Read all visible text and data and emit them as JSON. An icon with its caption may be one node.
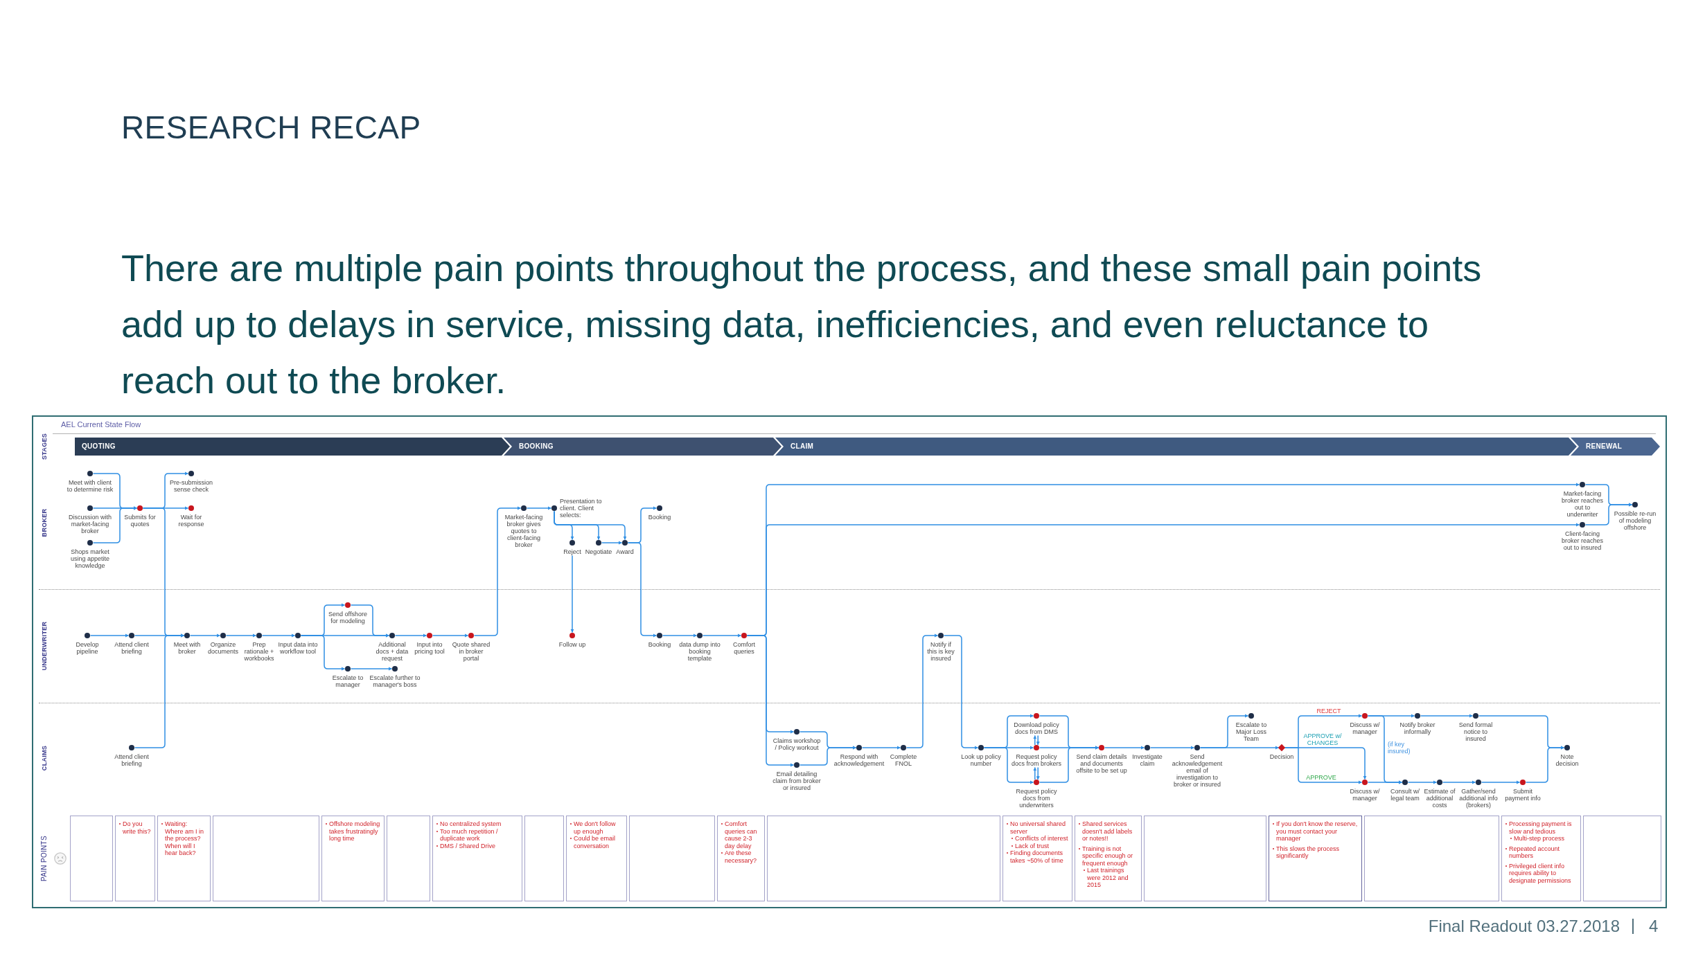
{
  "diagram": {
    "title": "RESEARCH RECAP",
    "caption": "There are multiple pain points throughout the process, and these small pain points add up to delays in service, missing data, inefficiencies, and even reluctance to reach out to the broker.",
    "nodes": [
      {
        "text": [
          "QUOTING"
        ]
      },
      {
        "text": [
          "BOOKING"
        ]
      },
      {
        "text": [
          "CLAIM"
        ]
      },
      {
        "text": [
          "RENEWAL"
        ]
      },
      {
        "text": [],
        "shape": "circle",
        "beside": [
          "Meet with client to determine risk"
        ]
      },
      {
        "text": [],
        "shape": "circle",
        "beside": [
          "Discussion with market-facing broker"
        ]
      },
      {
        "text": [],
        "shape": "circle",
        "beside": [
          "Shops market using appetite knowledge"
        ]
      },
      {
        "text": [],
        "shape": "circle",
        "beside": [
          "Submits for quotes"
        ]
      },
      {
        "text": [],
        "shape": "circle",
        "beside": [
          "Pre-submission sense check"
        ]
      },
      {
        "text": [],
        "shape": "circle",
        "beside": [
          "Wait for response"
        ]
      },
      {
        "text": [],
        "shape": "circle",
        "beside": [
          "Market-facing broker gives quotes to client-facing broker"
        ]
      },
      {
        "text": [],
        "shape": "circle",
        "beside": [
          "Presentation to client. Client selects:"
        ]
      },
      {
        "text": [],
        "shape": "circle",
        "beside": [
          "Reject"
        ]
      },
      {
        "text": [],
        "shape": "circle",
        "beside": [
          "Negotiate"
        ]
      },
      {
        "text": [],
        "shape": "circle",
        "beside": [
          "Award"
        ]
      },
      {
        "text": [],
        "shape": "circle",
        "beside": [
          "Booking"
        ]
      },
      {
        "text": [],
        "shape": "circle",
        "beside": [
          "Market-facing broker reaches out to underwriter"
        ]
      },
      {
        "text": [],
        "shape": "circle",
        "beside": [
          "Client-facing broker reaches out to insured"
        ]
      },
      {
        "text": [],
        "shape": "circle",
        "beside": [
          "Possible re-run of modeling offshore"
        ]
      },
      {
        "text": [],
        "shape": "circle",
        "beside": [
          "Develop pipeline"
        ]
      },
      {
        "text": [],
        "shape": "circle",
        "beside": [
          "Attend client briefing"
        ]
      },
      {
        "text": [],
        "shape": "circle",
        "beside": [
          "Meet with broker"
        ]
      },
      {
        "text": [],
        "shape": "circle",
        "beside": [
          "Organize documents"
        ]
      },
      {
        "text": [],
        "shape": "circle",
        "beside": [
          "Prep rationale + workbooks"
        ]
      },
      {
        "text": [],
        "shape": "circle",
        "beside": [
          "Input data into workflow tool"
        ]
      },
      {
        "text": [],
        "shape": "circle",
        "beside": [
          "Send offshore for modeling"
        ]
      },
      {
        "text": [],
        "shape": "circle",
        "beside": [
          "Additional docs + data request"
        ]
      },
      {
        "text": [],
        "shape": "circle",
        "beside": [
          "Input into pricing tool"
        ]
      },
      {
        "text": [],
        "shape": "circle",
        "beside": [
          "Quote shared in broker portal"
        ]
      },
      {
        "text": [],
        "shape": "circle",
        "beside": [
          "Escalate to manager"
        ]
      },
      {
        "text": [],
        "shape": "circle",
        "beside": [
          "Escalate further to manager's boss"
        ]
      },
      {
        "text": [],
        "shape": "circle",
        "beside": [
          "Follow up"
        ]
      },
      {
        "text": [],
        "shape": "circle",
        "beside": [
          "Booking"
        ]
      },
      {
        "text": [],
        "shape": "circle",
        "beside": [
          "data dump into booking template"
        ]
      },
      {
        "text": [],
        "shape": "circle",
        "beside": [
          "Comfort queries"
        ]
      },
      {
        "text": [],
        "shape": "circle",
        "beside": [
          "Notify if this is key insured"
        ]
      },
      {
        "text": [],
        "shape": "circle",
        "beside": [
          "Attend client briefing"
        ]
      },
      {
        "text": [],
        "shape": "circle",
        "beside": [
          "Claims workshop / Policy workout"
        ]
      },
      {
        "text": [],
        "shape": "circle",
        "beside": [
          "Email detailing claim from broker or insured"
        ]
      },
      {
        "text": [],
        "shape": "circle",
        "beside": [
          "Respond with acknowledgement"
        ]
      },
      {
        "text": [],
        "shape": "circle",
        "beside": [
          "Complete FNOL"
        ]
      },
      {
        "text": [],
        "shape": "circle",
        "beside": [
          "Look up policy number"
        ]
      },
      {
        "text": [],
        "shape": "circle",
        "beside": [
          "Download policy docs from DMS"
        ]
      },
      {
        "text": [],
        "shape": "circle",
        "beside": [
          "Request policy docs from brokers"
        ]
      },
      {
        "text": [],
        "shape": "circle",
        "beside": [
          "Request policy docs from underwriters"
        ]
      },
      {
        "text": [],
        "shape": "circle",
        "beside": [
          "Send claim details and documents offsite to be set up"
        ]
      },
      {
        "text": [],
        "shape": "circle",
        "beside": [
          "Investigate claim"
        ]
      },
      {
        "text": [],
        "shape": "circle",
        "beside": [
          "Send acknowledgement email of investigation to broker or insured"
        ]
      },
      {
        "text": [],
        "shape": "circle",
        "beside": [
          "Escalate to Major Loss Team"
        ]
      },
      {
        "text": [],
        "shape": "diamond",
        "beside": [
          "Decision"
        ]
      },
      {
        "text": [],
        "shape": "circle",
        "beside": [
          "Discuss w/ manager"
        ]
      },
      {
        "text": [],
        "shape": "circle",
        "beside": [
          "Discuss w/ manager"
        ]
      },
      {
        "text": [],
        "shape": "circle",
        "beside": [
          "Notify broker informally"
        ]
      },
      {
        "text": [],
        "shape": "circle",
        "beside": [
          "Send formal notice to insured"
        ]
      },
      {
        "text": [],
        "shape": "circle",
        "beside": [
          "Consult w/ legal team"
        ]
      },
      {
        "text": [],
        "shape": "circle",
        "beside": [
          "Estimate of additional costs"
        ]
      },
      {
        "text": [],
        "shape": "circle",
        "beside": [
          "Gather/send additional info (brokers)"
        ]
      },
      {
        "text": [],
        "shape": "circle",
        "beside": [
          "Submit payment info"
        ]
      },
      {
        "text": [],
        "shape": "circle",
        "beside": [
          "Note decision"
        ]
      },
      {
        "text": [],
        "shape": "box"
      },
      {
        "text": [
          "Do you write this?"
        ]
      },
      {
        "text": [
          "Waiting: Where am I in the process? When will I hear back?"
        ]
      },
      {
        "text": [],
        "shape": "box"
      },
      {
        "text": [
          "Offshore modeling takes frustratingly long time"
        ]
      },
      {
        "text": [],
        "shape": "box"
      },
      {
        "text": [
          "No centralized system",
          "Too much repetition / duplicate work",
          "DMS / Shared Drive"
        ]
      },
      {
        "text": [],
        "shape": "box"
      },
      {
        "text": [
          "We don't follow up enough",
          "Could be email conversation"
        ]
      },
      {
        "text": [],
        "shape": "box"
      },
      {
        "text": [
          "Comfort queries can cause 2-3 day delay",
          "Are these necessary?"
        ]
      },
      {
        "text": [],
        "shape": "box"
      },
      {
        "text": [
          "No universal shared server",
          "Conflicts of interest",
          "Lack of trust",
          "Finding documents takes ~50% of time"
        ]
      },
      {
        "text": [
          "Shared services doesn't add labels or notes!!",
          "Training is not specific enough or frequent enough",
          "Last trainings were 2012 and 2015"
        ]
      },
      {
        "text": [],
        "shape": "box"
      },
      {
        "text": [
          "If you don't know the reserve, you must contact your manager",
          "This slows the process significantly"
        ]
      },
      {
        "text": [],
        "shape": "box"
      },
      {
        "text": [
          "Processing payment is slow and tedious",
          "Multi-step process",
          "Repeated account numbers",
          "Privileged client info requires ability to designate permissions"
        ]
      },
      {
        "text": [],
        "shape": "box"
      }
    ],
    "edges": [
      {
        "from": 4,
        "to": 7,
        "arrow": "to"
      },
      {
        "from": 5,
        "to": 7,
        "arrow": "to"
      },
      {
        "from": 6,
        "to": 7,
        "arrow": "to"
      },
      {
        "from": 7,
        "to": 8,
        "arrow": "to"
      },
      {
        "from": 7,
        "to": 9,
        "arrow": "to"
      },
      {
        "from": 7,
        "to": 21,
        "arrow": "to"
      },
      {
        "from": 19,
        "to": 20,
        "arrow": "to"
      },
      {
        "from": 20,
        "to": 21,
        "arrow": "to"
      },
      {
        "from": 36,
        "to": 21,
        "arrow": "to"
      },
      {
        "from": 21,
        "to": 22,
        "arrow": "to"
      },
      {
        "from": 22,
        "to": 23,
        "arrow": "to"
      },
      {
        "from": 23,
        "to": 24,
        "arrow": "to"
      },
      {
        "from": 24,
        "to": 25,
        "arrow": "to"
      },
      {
        "from": 25,
        "to": 26,
        "arrow": "to"
      },
      {
        "from": 24,
        "to": 26,
        "arrow": "to"
      },
      {
        "from": 24,
        "to": 29,
        "arrow": "to"
      },
      {
        "from": 29,
        "to": 30,
        "arrow": "to"
      },
      {
        "from": 26,
        "to": 27,
        "arrow": "to"
      },
      {
        "from": 27,
        "to": 28,
        "arrow": "to"
      },
      {
        "from": 28,
        "to": 10,
        "arrow": "to"
      },
      {
        "from": 10,
        "to": 11,
        "arrow": "to"
      },
      {
        "from": 11,
        "to": 12,
        "arrow": "to"
      },
      {
        "from": 11,
        "to": 13,
        "arrow": "to"
      },
      {
        "from": 11,
        "to": 14,
        "arrow": "to"
      },
      {
        "from": 13,
        "to": 14,
        "arrow": "to"
      },
      {
        "from": 14,
        "to": 15,
        "arrow": "to"
      },
      {
        "from": 14,
        "to": 32,
        "arrow": "to"
      },
      {
        "from": 12,
        "to": 31,
        "arrow": "to"
      },
      {
        "from": 32,
        "to": 33,
        "arrow": "to"
      },
      {
        "from": 33,
        "to": 34,
        "arrow": "to"
      },
      {
        "from": 34,
        "to": 16,
        "arrow": "to"
      },
      {
        "from": 34,
        "to": 17,
        "arrow": "to"
      },
      {
        "from": 34,
        "to": 37,
        "arrow": "to"
      },
      {
        "from": 34,
        "to": 38,
        "arrow": "to"
      },
      {
        "from": 16,
        "to": 18,
        "arrow": "to"
      },
      {
        "from": 17,
        "to": 18,
        "arrow": "to"
      },
      {
        "from": 37,
        "to": 39,
        "arrow": "to"
      },
      {
        "from": 38,
        "to": 39,
        "arrow": "to"
      },
      {
        "from": 39,
        "to": 40,
        "arrow": "to"
      },
      {
        "from": 40,
        "to": 35,
        "arrow": "to"
      },
      {
        "from": 35,
        "to": 41,
        "arrow": "to"
      },
      {
        "from": 41,
        "to": 42,
        "arrow": "to"
      },
      {
        "from": 41,
        "to": 43,
        "arrow": "to"
      },
      {
        "from": 41,
        "to": 44,
        "arrow": "to"
      },
      {
        "from": 42,
        "to": 43,
        "arrow": "to"
      },
      {
        "from": 43,
        "to": 42,
        "arrow": "to"
      },
      {
        "from": 43,
        "to": 44,
        "arrow": "to"
      },
      {
        "from": 44,
        "to": 43,
        "arrow": "to"
      },
      {
        "from": 42,
        "to": 45,
        "arrow": "to"
      },
      {
        "from": 43,
        "to": 45,
        "arrow": "to"
      },
      {
        "from": 44,
        "to": 45,
        "arrow": "to"
      },
      {
        "from": 45,
        "to": 46,
        "arrow": "to"
      },
      {
        "from": 46,
        "to": 47,
        "arrow": "to"
      },
      {
        "from": 47,
        "to": 48,
        "arrow": "to"
      },
      {
        "from": 47,
        "to": 49,
        "arrow": "to"
      },
      {
        "from": 49,
        "to": 50,
        "arrow": "to",
        "label": "REJECT"
      },
      {
        "from": 49,
        "to": 51,
        "arrow": "to",
        "label": "APPROVE w/ CHANGES"
      },
      {
        "from": 49,
        "to": 51,
        "arrow": "to",
        "label": "APPROVE"
      },
      {
        "from": 50,
        "to": 52,
        "arrow": "to"
      },
      {
        "from": 52,
        "to": 53,
        "arrow": "to"
      },
      {
        "from": 53,
        "to": 58,
        "arrow": "to"
      },
      {
        "from": 50,
        "to": 54,
        "arrow": "to",
        "label": "(if key insured)"
      },
      {
        "from": 51,
        "to": 54,
        "arrow": "to"
      },
      {
        "from": 54,
        "to": 55,
        "arrow": "to"
      },
      {
        "from": 55,
        "to": 56,
        "arrow": "to"
      },
      {
        "from": 56,
        "to": 57,
        "arrow": "to"
      },
      {
        "from": 57,
        "to": 58,
        "arrow": "to"
      }
    ],
    "labels": [
      "AEL Current State Flow",
      "STAGES",
      "BROKER",
      "UNDERWRITER",
      "CLAIMS",
      "PAIN POINTS",
      "Final Readout 03.27.2018",
      "4"
    ]
  }
}
